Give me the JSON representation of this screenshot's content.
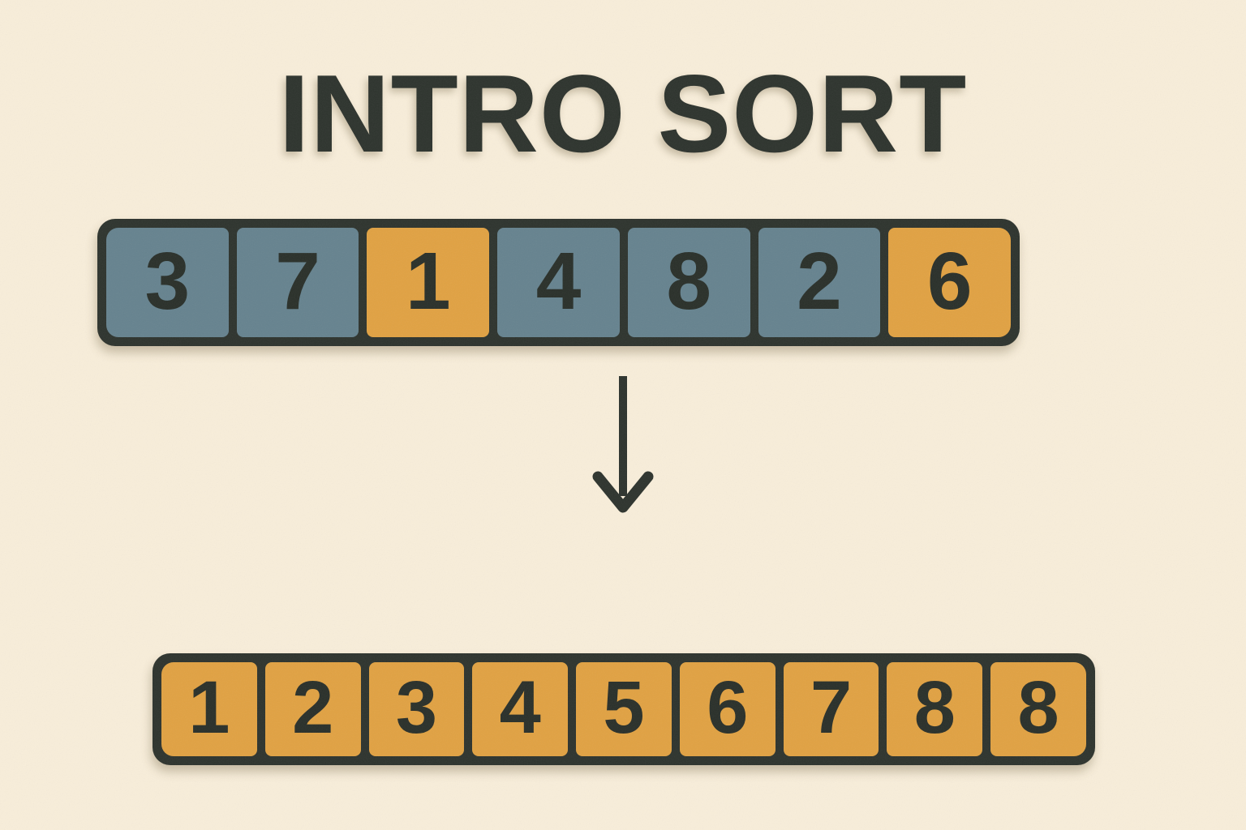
{
  "title": "INTRO SORT",
  "colors": {
    "background": "#f8eeda",
    "outline": "#2e342e",
    "slate": "#66838f",
    "amber": "#e1a243",
    "digit": "#2a302a"
  },
  "diagram": {
    "unsorted_array": {
      "cells": [
        {
          "value": "3",
          "color": "slate"
        },
        {
          "value": "7",
          "color": "slate"
        },
        {
          "value": "1",
          "color": "amber"
        },
        {
          "value": "4",
          "color": "slate"
        },
        {
          "value": "8",
          "color": "slate"
        },
        {
          "value": "2",
          "color": "slate"
        },
        {
          "value": "6",
          "color": "amber"
        }
      ]
    },
    "arrow_icon": "down-arrow",
    "sorted_array": {
      "cells": [
        {
          "value": "1",
          "color": "amber"
        },
        {
          "value": "2",
          "color": "amber"
        },
        {
          "value": "3",
          "color": "amber"
        },
        {
          "value": "4",
          "color": "amber"
        },
        {
          "value": "5",
          "color": "amber"
        },
        {
          "value": "6",
          "color": "amber"
        },
        {
          "value": "7",
          "color": "amber"
        },
        {
          "value": "8",
          "color": "amber"
        },
        {
          "value": "8",
          "color": "amber"
        }
      ]
    }
  }
}
